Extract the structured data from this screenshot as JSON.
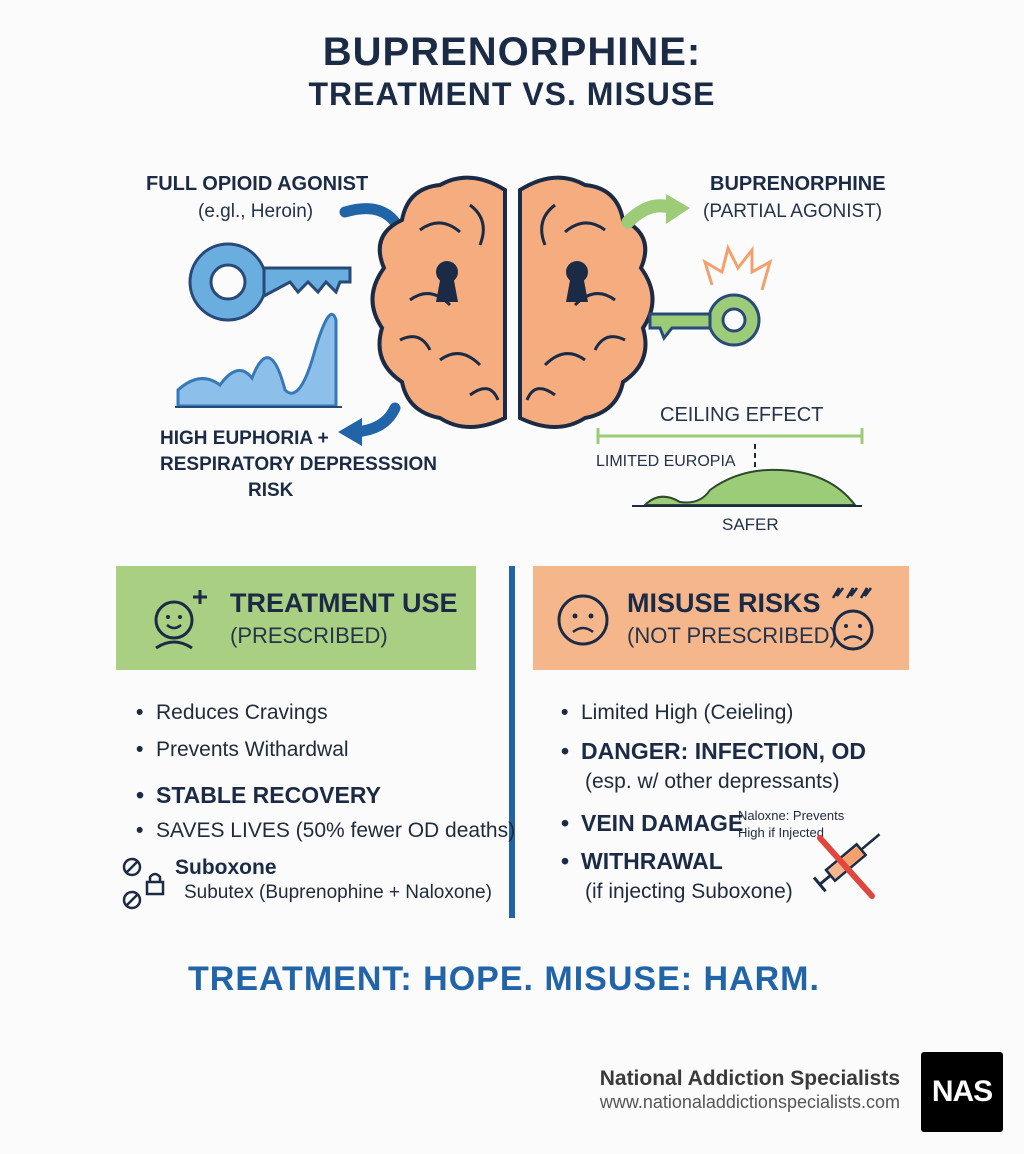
{
  "title": {
    "line1": "BUPRENORPHINE:",
    "line2": "TREATMENT VS. MISUSE"
  },
  "diagram": {
    "full_agonist": {
      "title": "FULL OPIOID AGONIST",
      "example": "(e.gl., Heroin)"
    },
    "buprenorphine": {
      "title": "BUPRENORPHINE",
      "type": "(PARTIAL AGONIST)"
    },
    "high_euphoria": {
      "line1": "HIGH EUPHORIA +",
      "line2": "RESPIRATORY DEPRESSSION",
      "line3": "RISK"
    },
    "ceiling": {
      "title": "CEILING EFFECT",
      "limited": "LIMITED EUROPIA",
      "safer": "SAFER"
    }
  },
  "treatment": {
    "title": "TREATMENT USE",
    "subtitle": "(PRESCRIBED)",
    "color": "#a9cf83",
    "items": [
      "Reduces Cravings",
      "Prevents Withardwal",
      "STABLE RECOVERY",
      "SAVES LIVES (50% fewer OD deaths)"
    ],
    "product_name": "Suboxone",
    "product_desc": "Subutex (Buprenophine + Naloxone)"
  },
  "misuse": {
    "title": "MISUSE RISKS",
    "subtitle": "(NOT PRESCRIBED)",
    "color": "#f5b68c",
    "items": [
      "Limited High (Ceieling)",
      "DANGER: INFECTION, OD",
      "(esp. w/ other depressants)",
      "VEIN DAMAGE",
      "WITHRAWAL",
      "(if injecting Suboxone)"
    ],
    "naloxone_note_1": "Naloxne: Prevents",
    "naloxone_note_2": "High if Injected"
  },
  "tagline": "TREATMENT: HOPE. MISUSE: HARM.",
  "footer": {
    "org": "National Addiction Specialists",
    "url": "www.nationaladdictionspecialists.com",
    "logo_text": "NAS"
  },
  "colors": {
    "navy": "#1c2b45",
    "blue_accent": "#2264a8",
    "brain": "#f5ad80",
    "green": "#a9cf83",
    "orange": "#f5b68c",
    "key_blue": "#6aaee0",
    "key_green": "#9ccc78"
  }
}
